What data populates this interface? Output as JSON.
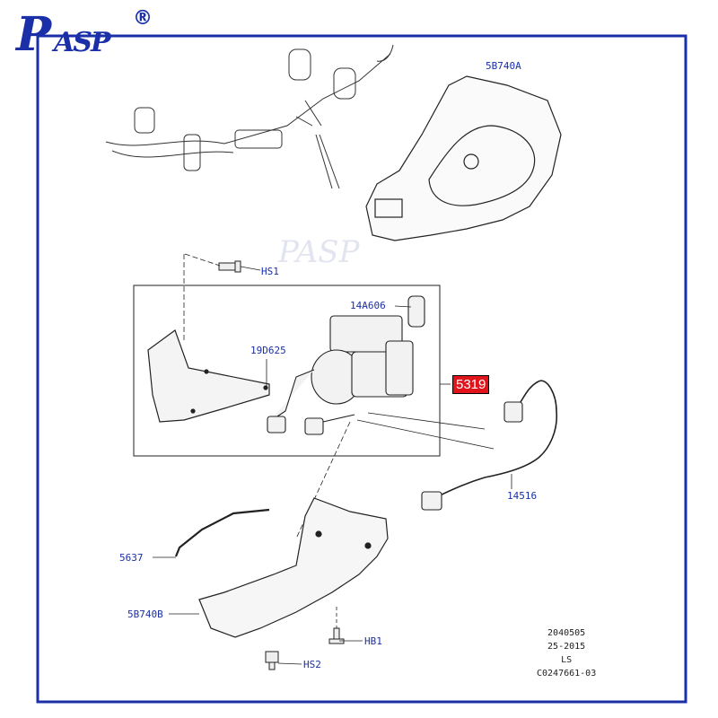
{
  "logo": {
    "text_big": "P",
    "text_small": "ASP",
    "registered": "®"
  },
  "colors": {
    "frame": "#1a2fa8",
    "label": "#1a2fa8",
    "highlight": "#e0141a"
  },
  "labels": {
    "top_cover": "5B740A",
    "hs1": "HS1",
    "compressor_fitting": "14A606",
    "bracket": "19D625",
    "highlight_part": "5319",
    "harness": "14516",
    "pipe": "5637",
    "lower_cover": "5B740B",
    "hb1": "HB1",
    "hs2": "HS2"
  },
  "footer": [
    "2040505",
    "25-2015",
    "LS",
    "C0247661-03"
  ]
}
